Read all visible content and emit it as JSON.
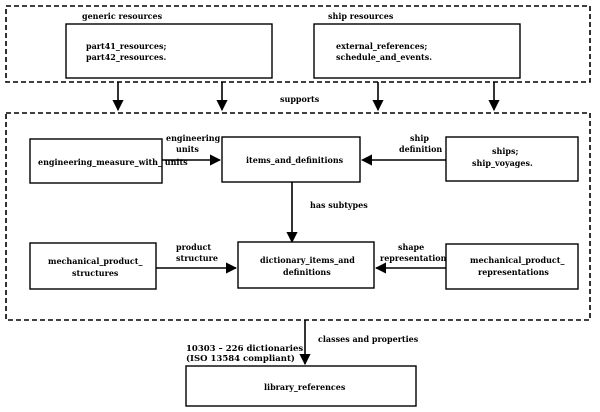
{
  "top_group": {
    "generic_title": "generic resources",
    "generic_lines": [
      "part41_resources;",
      "part42_resources."
    ],
    "ship_title": "ship resources",
    "ship_lines": [
      "external_references;",
      "schedule_and_events."
    ]
  },
  "supports_label": "supports",
  "middle": {
    "engineering_measure": "engineering_measure_with_ units",
    "engineering_units_label": [
      "engineering",
      "units"
    ],
    "items_and_definitions": "items_and_definitions",
    "ship_definition_label": [
      "ship",
      "definition"
    ],
    "ships_lines": [
      "ships;",
      "ship_voyages."
    ],
    "has_subtypes_label": "has subtypes",
    "mechanical_structures_lines": [
      "mechanical_product_",
      "structures"
    ],
    "product_structure_label": [
      "product",
      "structure"
    ],
    "dictionary_lines": [
      "dictionary_items_and",
      "definitions"
    ],
    "shape_representation_label": [
      "shape",
      "representation"
    ],
    "mechanical_representations_lines": [
      "mechanical_product_",
      "representations"
    ]
  },
  "bottom": {
    "classes_label": "classes and properties",
    "dictionaries_lines": [
      "10303 – 226 dictionaries",
      "(ISO 13584 compliant)"
    ],
    "library_references": "library_references"
  }
}
